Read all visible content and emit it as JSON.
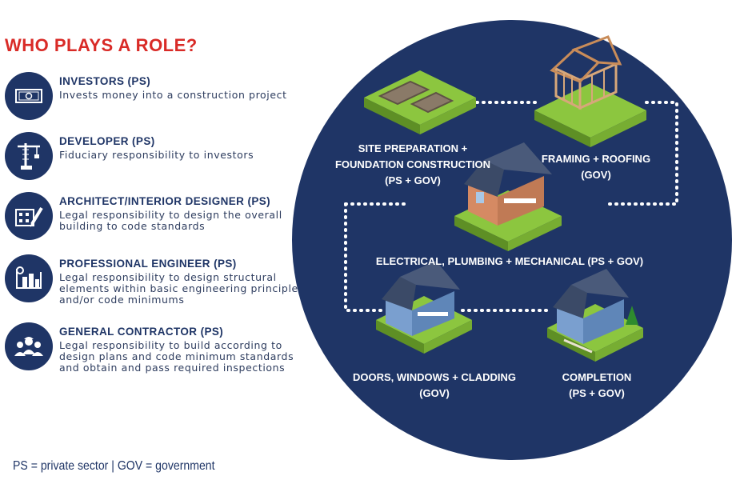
{
  "title": "WHO PLAYS A ROLE?",
  "roles": [
    {
      "name": "INVESTORS (PS)",
      "desc": "Invests money into a construction project",
      "icon": "money-icon"
    },
    {
      "name": "DEVELOPER (PS)",
      "desc": "Fiduciary responsibility to investors",
      "icon": "crane-icon"
    },
    {
      "name": "ARCHITECT/INTERIOR DESIGNER (PS)",
      "desc": "Legal responsibility to design the overall building to code standards",
      "icon": "blueprint-pencil-icon"
    },
    {
      "name": "PROFESSIONAL ENGINEER (PS)",
      "desc": "Legal responsibility to design structural elements within basic engineering principles and/or code minimums",
      "icon": "building-plans-icon"
    },
    {
      "name": "GENERAL CONTRACTOR (PS)",
      "desc": "Legal responsibility to build according to design plans and code minimum standards and obtain and pass required inspections",
      "icon": "workers-icon"
    }
  ],
  "stages": {
    "site": {
      "line1": "SITE PREPARATION +",
      "line2": "FOUNDATION CONSTRUCTION",
      "line3": "(PS + GOV)"
    },
    "framing": {
      "line1": "FRAMING + ROOFING",
      "line2": "(GOV)"
    },
    "electrical": {
      "line1": "ELECTRICAL, PLUMBING + MECHANICAL (PS + GOV)"
    },
    "doors": {
      "line1": "DOORS, WINDOWS + CLADDING",
      "line2": "(GOV)"
    },
    "completion": {
      "line1": "COMPLETION",
      "line2": "(PS + GOV)"
    }
  },
  "legend": "PS = private sector  |  GOV = government",
  "colors": {
    "navy": "#1f3566",
    "red": "#d92b27",
    "grass": "#8cc63f",
    "dots": "#ffffff"
  }
}
